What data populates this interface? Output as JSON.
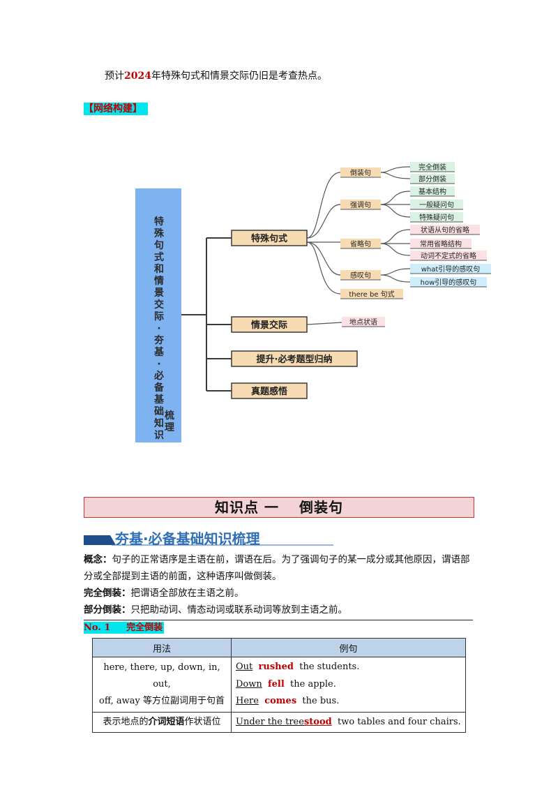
{
  "intro": {
    "prefix": "预计",
    "year": "2024",
    "suffix": "年特殊句式和情景交际仍旧是考查热点。"
  },
  "network_heading": "【网络构建】",
  "mindmap": {
    "root": "特殊句式和情景交际·夯基·必备基础知识梳理",
    "branches": [
      "特殊句式",
      "情景交际",
      "提升·必考题型归纳",
      "真题感悟"
    ],
    "sub_nodes": [
      "倒装句",
      "强调句",
      "省略句",
      "感叹句",
      "there be 句式"
    ],
    "leaves": {
      "inversion": [
        "完全倒装",
        "部分倒装"
      ],
      "emphasis": [
        "基本结构",
        "一般疑问句",
        "特殊疑问句"
      ],
      "ellipsis": [
        "状语从句的省略",
        "常用省略结构",
        "动词不定式的省略"
      ],
      "exclamation": [
        "what引导的感叹句",
        "how引导的感叹句"
      ],
      "situational": "地点状语"
    },
    "colors": {
      "root": "#7fb2f0",
      "branch": "#f7dbb3",
      "leaf_green": "#d9f2e3",
      "leaf_pink": "#fbe0e4",
      "leaf_blue": "#cfeefb"
    }
  },
  "knowledge_point": "知识点 一　 倒装句",
  "section_title": "夯基·必备基础知识梳理",
  "concept": {
    "label": "概念：",
    "text": "句子的正常语序是主语在前，谓语在后。为了强调句子的某一成分或其他原因，谓语部分或全部提到主语的前面，这种语序叫做倒装。"
  },
  "full_inversion": {
    "label": "完全倒装：",
    "text": "把谓语全部放在主语之前。"
  },
  "partial_inversion": {
    "label": "部分倒装：",
    "text": "只把助动词、情态动词或联系动词等放到主语之前。"
  },
  "no1": {
    "number": "No. 1",
    "title": "完全倒装"
  },
  "table": {
    "headers": [
      "用法",
      "例句"
    ],
    "row1": {
      "usage_en": "here, there, up, down, in, out,",
      "usage_cn_en": "off, away",
      "usage_cn": "等方位副词用于句首",
      "examples": [
        {
          "adv": "Out",
          "verb": "rushed",
          "rest": "the students."
        },
        {
          "adv": "Down",
          "verb": "fell",
          "rest": "the apple."
        },
        {
          "adv": "Here",
          "verb": "comes",
          "rest": "the bus."
        }
      ]
    },
    "row2": {
      "usage_pre": "表示地点的",
      "usage_bold": "介词短语",
      "usage_post": "作状语位",
      "example": {
        "adv": "Under the tree",
        "verb": "stood",
        "rest": "two tables and four chairs."
      }
    }
  }
}
